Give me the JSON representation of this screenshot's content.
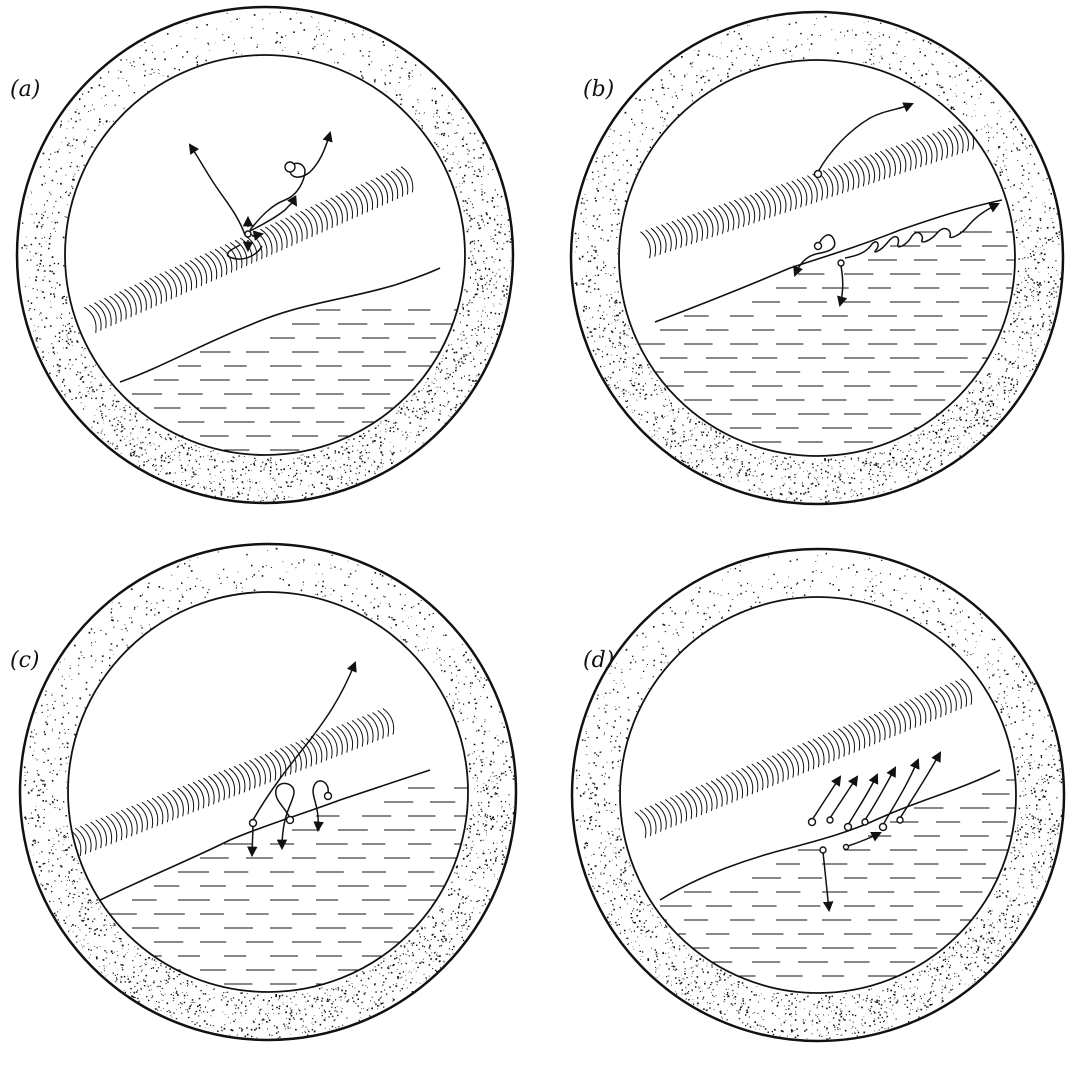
{
  "figure": {
    "panels": [
      {
        "id": "a",
        "label": "(a)"
      },
      {
        "id": "b",
        "label": "(b)"
      },
      {
        "id": "c",
        "label": "(c)"
      },
      {
        "id": "d",
        "label": "(d)"
      }
    ],
    "colors": {
      "ink": "#111111",
      "background": "#ffffff"
    }
  }
}
